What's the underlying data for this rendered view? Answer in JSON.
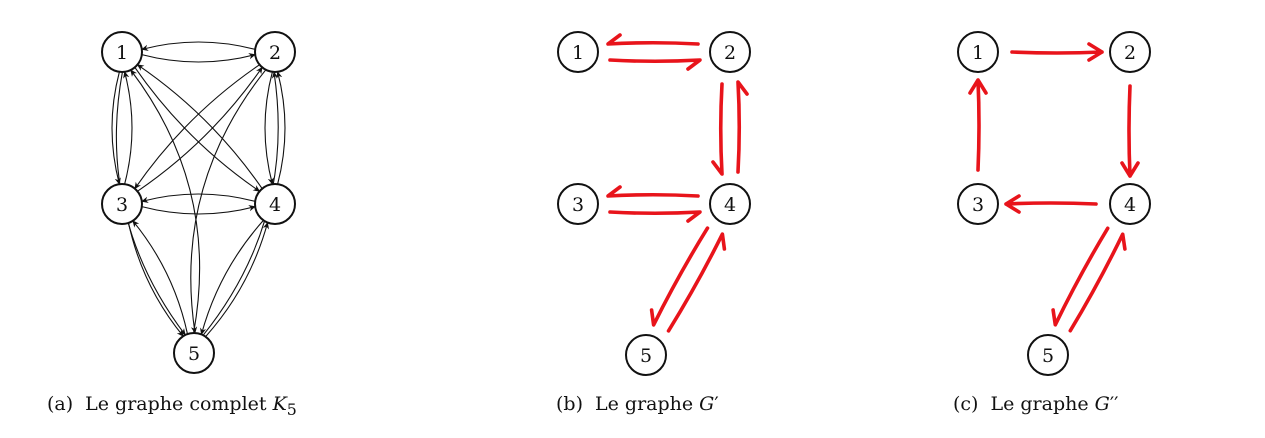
{
  "panels": [
    {
      "id": "a",
      "caption": {
        "tag": "(a)",
        "text": "Le graphe complet",
        "math": "K",
        "sub": "5",
        "prime": ""
      },
      "nodes": [
        {
          "id": "1",
          "label": "1"
        },
        {
          "id": "2",
          "label": "2"
        },
        {
          "id": "3",
          "label": "3"
        },
        {
          "id": "4",
          "label": "4"
        },
        {
          "id": "5",
          "label": "5"
        }
      ],
      "edges": [
        {
          "from": "1",
          "to": "2"
        },
        {
          "from": "2",
          "to": "1"
        },
        {
          "from": "1",
          "to": "3"
        },
        {
          "from": "3",
          "to": "1"
        },
        {
          "from": "1",
          "to": "4"
        },
        {
          "from": "4",
          "to": "1"
        },
        {
          "from": "1",
          "to": "5"
        },
        {
          "from": "5",
          "to": "1"
        },
        {
          "from": "2",
          "to": "3"
        },
        {
          "from": "3",
          "to": "2"
        },
        {
          "from": "2",
          "to": "4"
        },
        {
          "from": "4",
          "to": "2"
        },
        {
          "from": "2",
          "to": "5"
        },
        {
          "from": "5",
          "to": "2"
        },
        {
          "from": "3",
          "to": "4"
        },
        {
          "from": "4",
          "to": "3"
        },
        {
          "from": "3",
          "to": "5"
        },
        {
          "from": "5",
          "to": "3"
        },
        {
          "from": "4",
          "to": "5"
        },
        {
          "from": "5",
          "to": "4"
        }
      ],
      "edge_color": "#111111"
    },
    {
      "id": "b",
      "caption": {
        "tag": "(b)",
        "text": "Le graphe",
        "math": "G",
        "sub": "",
        "prime": "′"
      },
      "nodes": [
        {
          "id": "1",
          "label": "1"
        },
        {
          "id": "2",
          "label": "2"
        },
        {
          "id": "3",
          "label": "3"
        },
        {
          "id": "4",
          "label": "4"
        },
        {
          "id": "5",
          "label": "5"
        }
      ],
      "edges": [
        {
          "from": "1",
          "to": "2"
        },
        {
          "from": "2",
          "to": "1"
        },
        {
          "from": "3",
          "to": "4"
        },
        {
          "from": "4",
          "to": "3"
        },
        {
          "from": "4",
          "to": "2"
        },
        {
          "from": "2",
          "to": "4"
        },
        {
          "from": "5",
          "to": "4"
        },
        {
          "from": "4",
          "to": "5"
        }
      ],
      "edge_color": "#e8141b"
    },
    {
      "id": "c",
      "caption": {
        "tag": "(c)",
        "text": "Le graphe",
        "math": "G",
        "sub": "",
        "prime": "′′"
      },
      "nodes": [
        {
          "id": "1",
          "label": "1"
        },
        {
          "id": "2",
          "label": "2"
        },
        {
          "id": "3",
          "label": "3"
        },
        {
          "id": "4",
          "label": "4"
        },
        {
          "id": "5",
          "label": "5"
        }
      ],
      "edges": [
        {
          "from": "1",
          "to": "2"
        },
        {
          "from": "2",
          "to": "4"
        },
        {
          "from": "4",
          "to": "3"
        },
        {
          "from": "3",
          "to": "1"
        },
        {
          "from": "4",
          "to": "5"
        },
        {
          "from": "5",
          "to": "4"
        }
      ],
      "edge_color": "#e8141b"
    }
  ]
}
